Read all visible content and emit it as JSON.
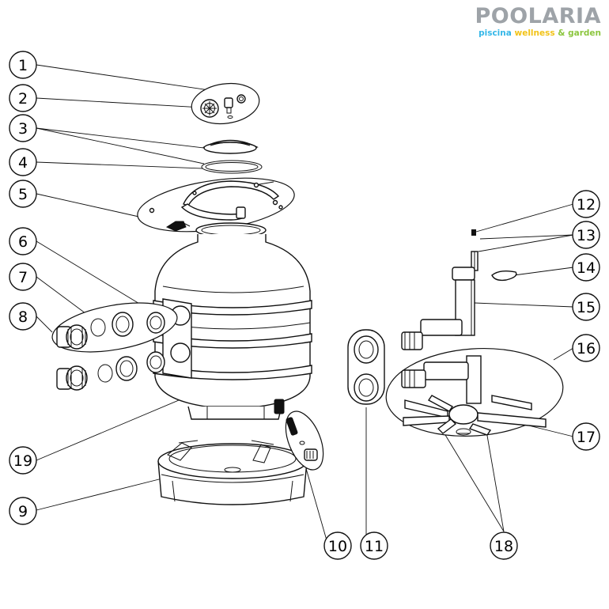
{
  "brand": {
    "name": "POOLARIA",
    "tagline_part1": "piscina",
    "tagline_part2": "wellness",
    "tagline_part3": "& garden",
    "colors": {
      "grey": "#9ea3a8",
      "blue": "#35b7e8",
      "yellow": "#f2c318",
      "green": "#8cc63f"
    }
  },
  "callouts": [
    "1",
    "2",
    "3",
    "4",
    "5",
    "6",
    "7",
    "8",
    "9",
    "10",
    "11",
    "12",
    "13",
    "14",
    "15",
    "16",
    "17",
    "18",
    "19"
  ]
}
